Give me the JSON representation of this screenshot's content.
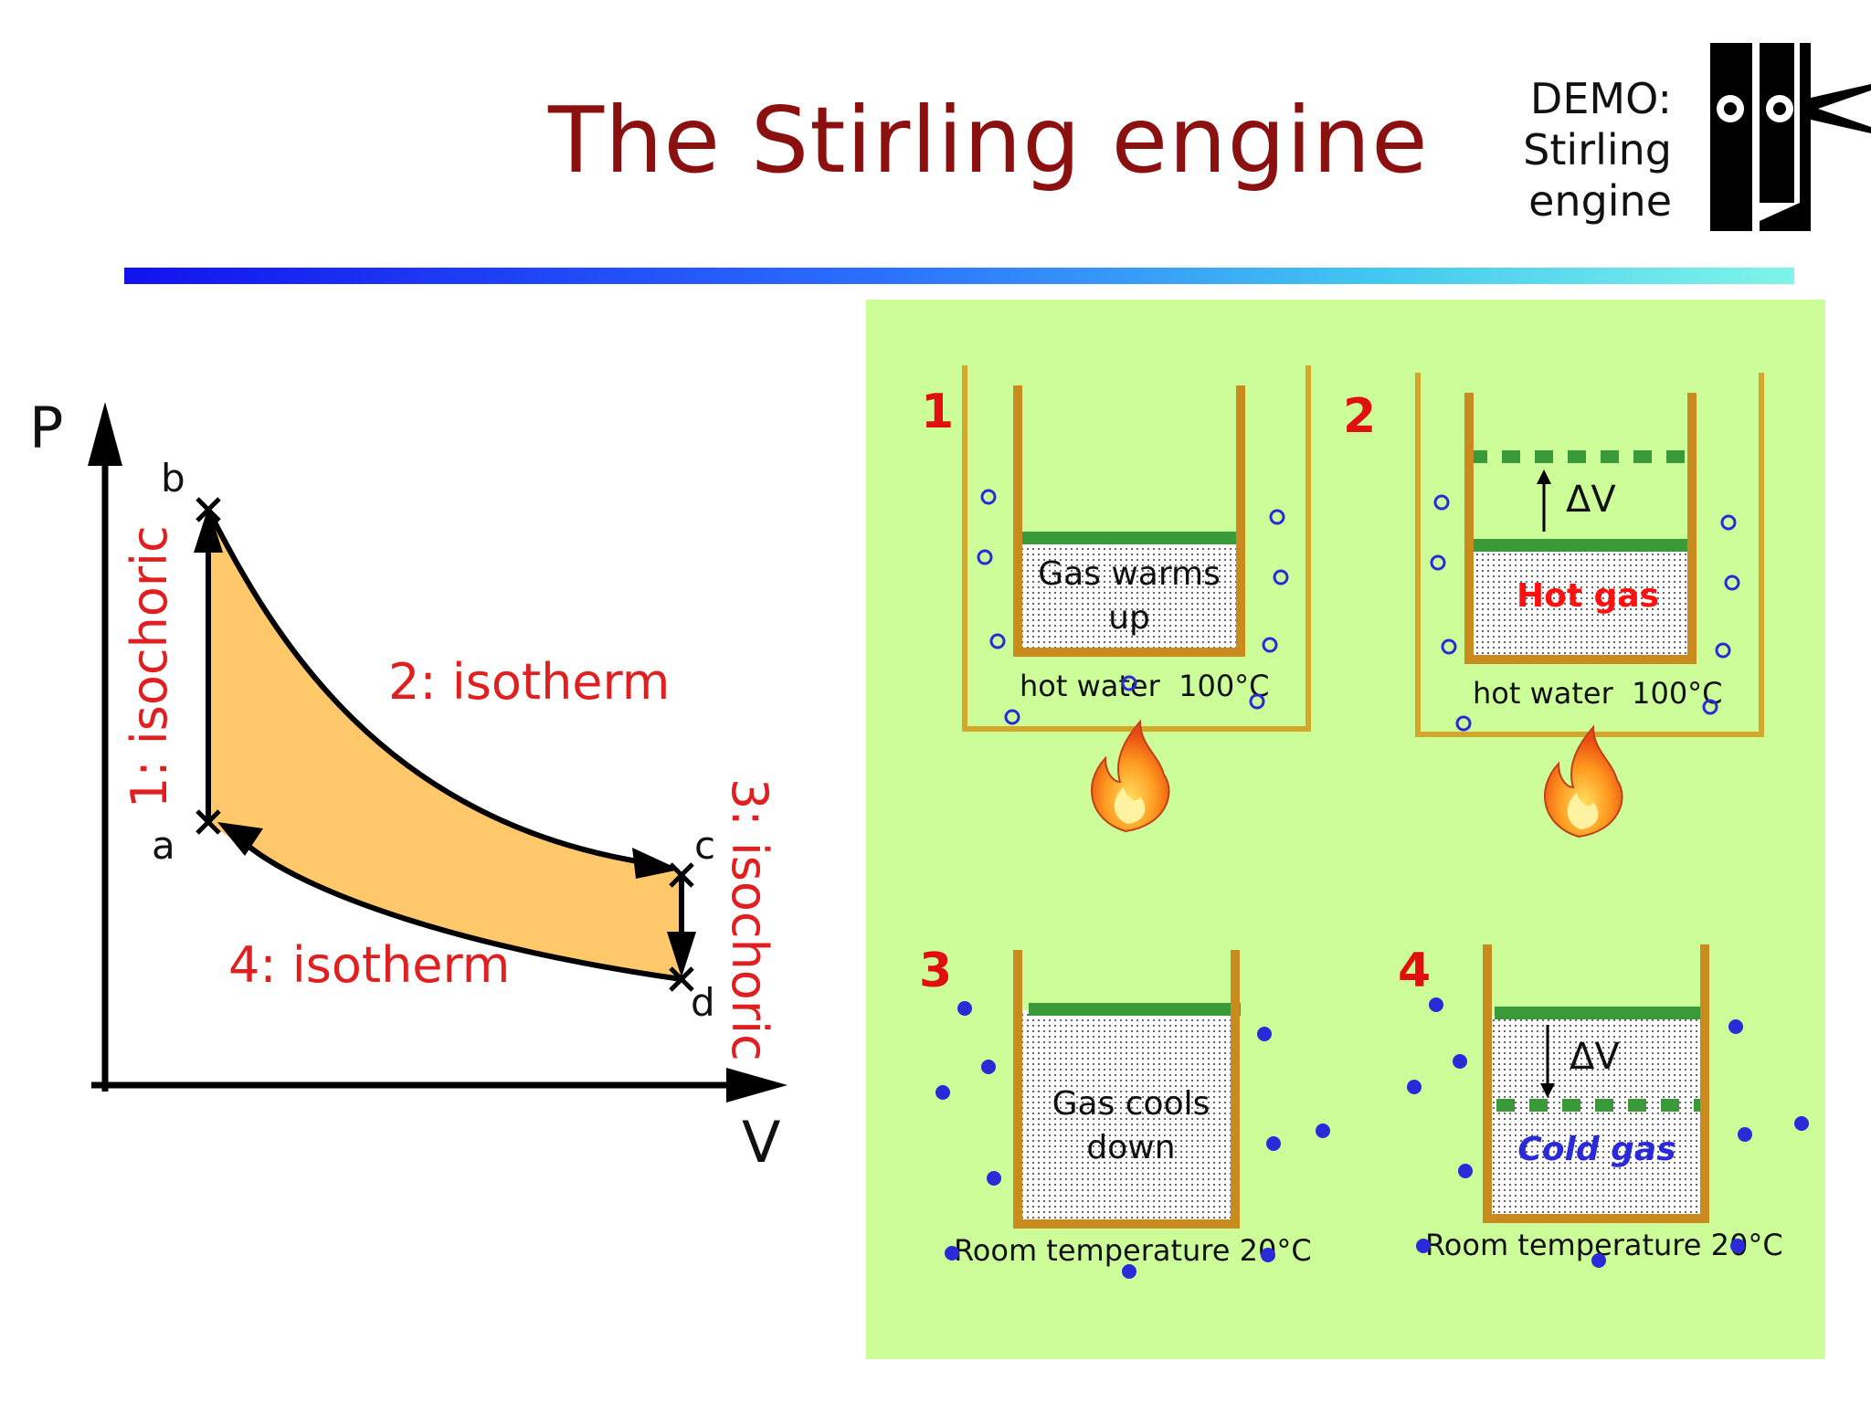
{
  "title": "The Stirling engine",
  "demo": {
    "line1": "DEMO:",
    "line2": "Stirling",
    "line3": "engine"
  },
  "colors": {
    "title": "#8b1010",
    "process_label": "#e02020",
    "cycle_fill": "#ffc96b",
    "panel_bg": "#ccfd99",
    "vessel": "#c98a1e",
    "bath": "#d4a72a",
    "piston": "#3a9a3a",
    "hot_gas_label": "#ff1010",
    "cold_gas_label": "#2a2ad8",
    "bubbles": "#2a2ad8"
  },
  "pv_diagram": {
    "axis_y": "P",
    "axis_x": "V",
    "points": {
      "a": "a",
      "b": "b",
      "c": "c",
      "d": "d"
    },
    "processes": {
      "p1": "1: isochoric",
      "p2": "2: isotherm",
      "p3": "3: isochoric",
      "p4": "4: isotherm"
    }
  },
  "panels": [
    {
      "number": "1",
      "gas_text_line1": "Gas warms",
      "gas_text_line2": "up",
      "bath_label": "hot water  100°C",
      "icon": "flame-icon"
    },
    {
      "number": "2",
      "gas_text_line1": "Hot gas",
      "delta_label": "ΔV",
      "bath_label": "hot water  100°C",
      "icon": "flame-icon"
    },
    {
      "number": "3",
      "gas_text_line1": "Gas cools",
      "gas_text_line2": "down",
      "bath_label": "Room temperature 20°C"
    },
    {
      "number": "4",
      "gas_text_line1": "Cold gas",
      "delta_label": "ΔV",
      "bath_label": "Room temperature 20°C"
    }
  ]
}
